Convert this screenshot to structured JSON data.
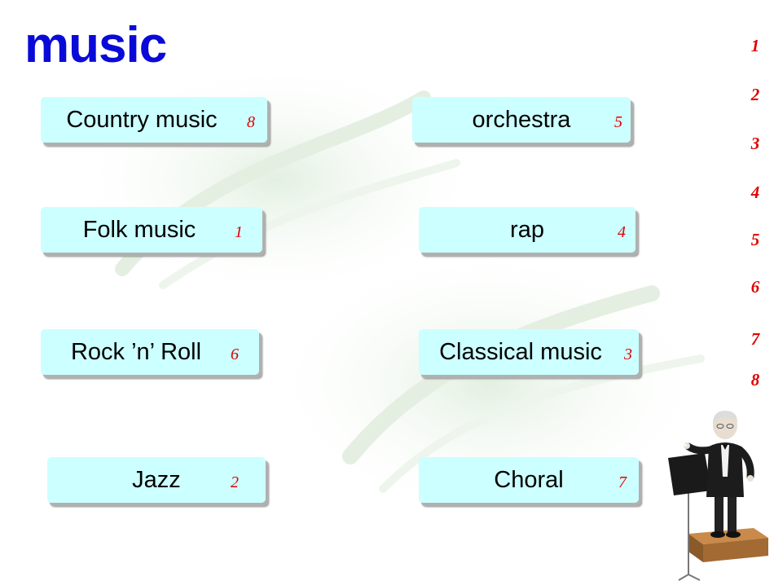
{
  "title": "music",
  "cards": [
    {
      "label": "Country music",
      "number": "8"
    },
    {
      "label": "Folk music",
      "number": "1"
    },
    {
      "label": "Rock ’n’ Roll",
      "number": "6"
    },
    {
      "label": "Jazz",
      "number": "2"
    },
    {
      "label": "orchestra",
      "number": "5"
    },
    {
      "label": "rap",
      "number": "4"
    },
    {
      "label": "Classical music",
      "number": "3"
    },
    {
      "label": "Choral",
      "number": "7"
    }
  ],
  "index_numbers": [
    "1",
    "2",
    "3",
    "4",
    "5",
    "6",
    "7",
    "8"
  ],
  "colors": {
    "title": "#0a0ad8",
    "card_fill": "#ccffff",
    "number": "#e00000"
  },
  "illustration": "conductor-figure"
}
